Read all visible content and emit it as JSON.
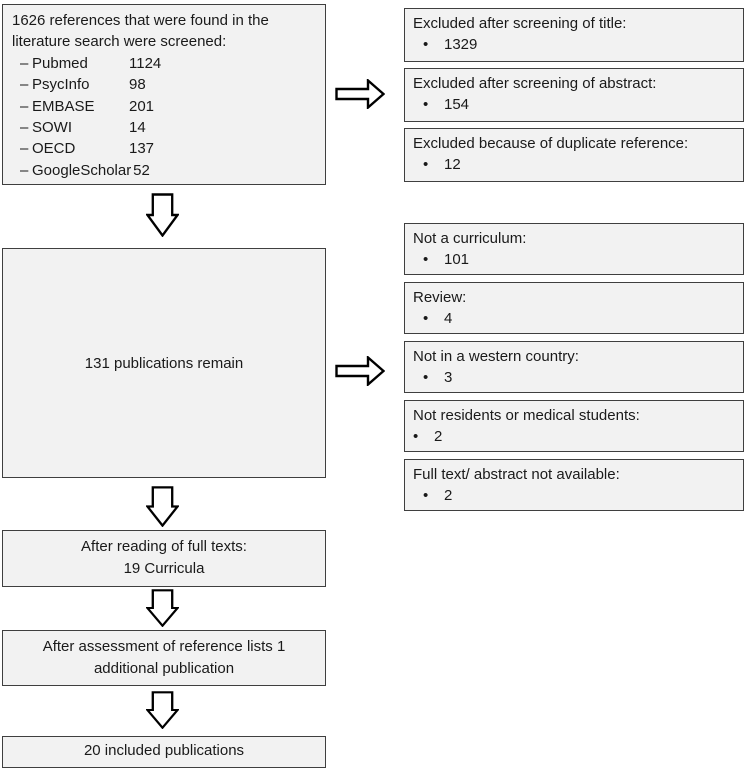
{
  "colors": {
    "background": "#ffffff",
    "box_fill": "#f2f2f2",
    "box_border": "#3f3f3f",
    "text": "#1a1a1a",
    "arrow_fill": "#ffffff",
    "arrow_stroke": "#000000"
  },
  "chars": {
    "dash": "–",
    "bullet": "•"
  },
  "search_box": {
    "intro": "1626 references that were found in the literature search were screened:",
    "sources": [
      {
        "name": "Pubmed",
        "count": "1124"
      },
      {
        "name": "PsycInfo",
        "count": "98"
      },
      {
        "name": "EMBASE",
        "count": "201"
      },
      {
        "name": "SOWI",
        "count": "14"
      },
      {
        "name": "OECD",
        "count": "137"
      },
      {
        "name": "GoogleScholar",
        "count": " 52"
      }
    ]
  },
  "screening_exclusions": [
    {
      "label": "Excluded after screening of title:",
      "count": "1329"
    },
    {
      "label": "Excluded after screening of abstract:",
      "count": "154"
    },
    {
      "label": "Excluded because of duplicate reference:",
      "count": "12"
    }
  ],
  "remain_box": {
    "text": "131 publications remain"
  },
  "fulltext_exclusions": [
    {
      "label": "Not a curriculum:",
      "count": "101"
    },
    {
      "label": "Review:",
      "count": "4"
    },
    {
      "label": "Not in a western country:",
      "count": "3"
    },
    {
      "label": "Not residents or medical students:",
      "count": "2"
    },
    {
      "label": "Full text/ abstract not available:",
      "count": "2"
    }
  ],
  "fulltext_box": {
    "line1": "After reading of full texts:",
    "line2": "19 Curricula"
  },
  "reference_box": {
    "text": "After assessment of reference lists 1 additional publication"
  },
  "included_box": {
    "text": "20 included publications"
  }
}
